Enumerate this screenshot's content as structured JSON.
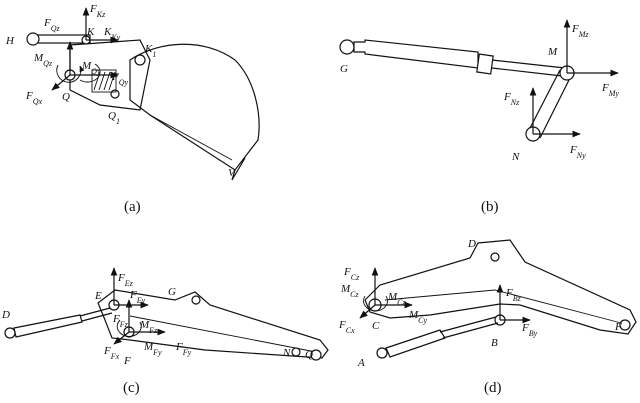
{
  "panels": {
    "a": {
      "caption": "(a)",
      "labels": [
        {
          "id": "H",
          "base": "H",
          "sub": ""
        },
        {
          "id": "FQz",
          "base": "F",
          "sub": "Qz"
        },
        {
          "id": "FKz",
          "base": "F",
          "sub": "Kz"
        },
        {
          "id": "K",
          "base": "K",
          "sub": ""
        },
        {
          "id": "KKy",
          "base": "K",
          "sub": "Ky"
        },
        {
          "id": "K1",
          "base": "K",
          "sub": "1"
        },
        {
          "id": "MQz",
          "base": "M",
          "sub": "Qz"
        },
        {
          "id": "MQy",
          "base": "M",
          "sub": "Qy"
        },
        {
          "id": "FQy",
          "base": "F",
          "sub": "Qy"
        },
        {
          "id": "FQx",
          "base": "F",
          "sub": "Qx"
        },
        {
          "id": "Q",
          "base": "Q",
          "sub": ""
        },
        {
          "id": "Q1",
          "base": "Q",
          "sub": "1"
        },
        {
          "id": "V",
          "base": "V",
          "sub": ""
        }
      ]
    },
    "b": {
      "caption": "(b)",
      "labels": [
        {
          "id": "G",
          "base": "G",
          "sub": ""
        },
        {
          "id": "M",
          "base": "M",
          "sub": ""
        },
        {
          "id": "FMz",
          "base": "F",
          "sub": "Mz"
        },
        {
          "id": "FMy",
          "base": "F",
          "sub": "My"
        },
        {
          "id": "FNz",
          "base": "F",
          "sub": "Nz"
        },
        {
          "id": "N",
          "base": "N",
          "sub": ""
        },
        {
          "id": "FNy",
          "base": "F",
          "sub": "Ny"
        }
      ]
    },
    "c": {
      "caption": "(c)",
      "labels": [
        {
          "id": "D",
          "base": "D",
          "sub": ""
        },
        {
          "id": "FEz",
          "base": "F",
          "sub": "Ez"
        },
        {
          "id": "E",
          "base": "E",
          "sub": ""
        },
        {
          "id": "FEy",
          "base": "F",
          "sub": "Ey"
        },
        {
          "id": "G",
          "base": "G",
          "sub": ""
        },
        {
          "id": "FFz",
          "base": "F",
          "sub": "Fz"
        },
        {
          "id": "MFz",
          "base": "M",
          "sub": "Fz"
        },
        {
          "id": "FFx",
          "base": "F",
          "sub": "Fx"
        },
        {
          "id": "F",
          "base": "F",
          "sub": ""
        },
        {
          "id": "MFy",
          "base": "M",
          "sub": "Fy"
        },
        {
          "id": "FFy",
          "base": "F",
          "sub": "Fy"
        },
        {
          "id": "N",
          "base": "N",
          "sub": ""
        },
        {
          "id": "Q",
          "base": "Q",
          "sub": ""
        }
      ]
    },
    "d": {
      "caption": "(d)",
      "labels": [
        {
          "id": "D",
          "base": "D",
          "sub": ""
        },
        {
          "id": "FCz",
          "base": "F",
          "sub": "Cz"
        },
        {
          "id": "MCz1",
          "base": "M",
          "sub": "Cz"
        },
        {
          "id": "MCz2",
          "base": "M",
          "sub": "Cz"
        },
        {
          "id": "FBz",
          "base": "F",
          "sub": "Bz"
        },
        {
          "id": "FCx",
          "base": "F",
          "sub": "Cx"
        },
        {
          "id": "C",
          "base": "C",
          "sub": ""
        },
        {
          "id": "MCy",
          "base": "M",
          "sub": "Cy"
        },
        {
          "id": "FBy",
          "base": "F",
          "sub": "By"
        },
        {
          "id": "F",
          "base": "F",
          "sub": ""
        },
        {
          "id": "B",
          "base": "B",
          "sub": ""
        },
        {
          "id": "A",
          "base": "A",
          "sub": ""
        }
      ]
    }
  }
}
